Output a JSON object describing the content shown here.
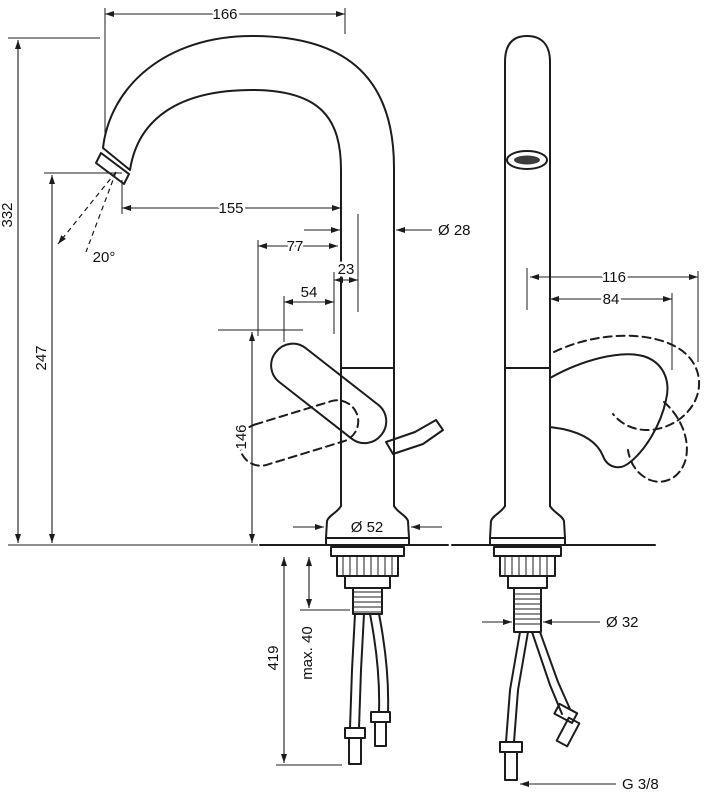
{
  "colors": {
    "line": "#1c1c1c",
    "background": "#ffffff"
  },
  "dimensions": {
    "spout_width_top": "166",
    "total_height": "332",
    "outlet_height": "247",
    "spout_reach": "155",
    "outlet_angle": "20°",
    "column_diameter": "Ø 28",
    "handle_reach": "77",
    "offset_23": "23",
    "offset_54": "54",
    "handle_height": "146",
    "base_diameter": "Ø 52",
    "front_reach_116": "116",
    "front_reach_84": "84",
    "supply_length": "419",
    "max_counter_thickness": "max. 40",
    "shank_diameter": "Ø 32",
    "thread_size": "G 3/8"
  }
}
